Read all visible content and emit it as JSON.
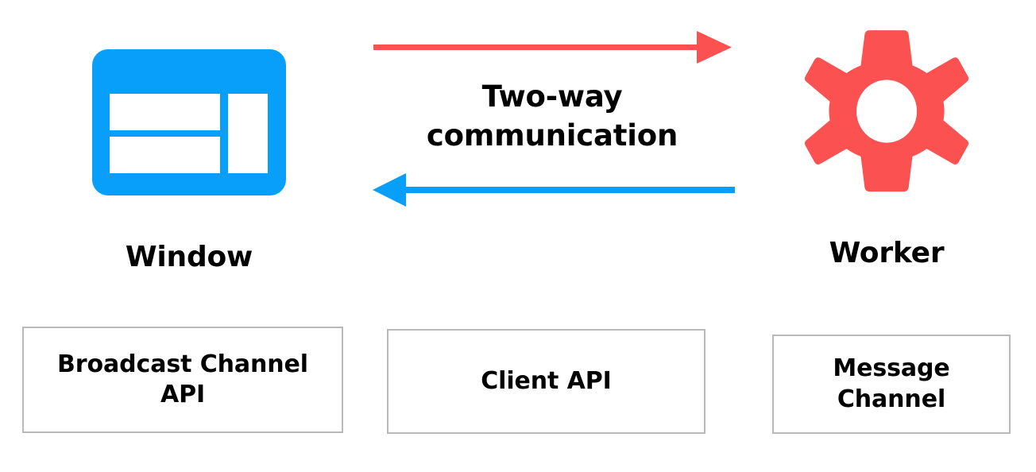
{
  "diagram": {
    "title": "Two-way communication between Window and Worker",
    "background_color": "#ffffff",
    "colors": {
      "blue": "#079FFA",
      "red": "#FB5151",
      "text": "#000000",
      "box_border": "#b9b9b9"
    },
    "caption": {
      "line1": "Two-way",
      "line2": "communication"
    },
    "nodes": [
      {
        "id": "window",
        "label": "Window",
        "icon": "browser-window-icon",
        "icon_color": "#079FFA"
      },
      {
        "id": "worker",
        "label": "Worker",
        "icon": "gear-icon",
        "icon_color": "#FB5151"
      }
    ],
    "arrows": [
      {
        "id": "window-to-worker",
        "direction": "right",
        "color": "#FB5151",
        "from": "window",
        "to": "worker"
      },
      {
        "id": "worker-to-window",
        "direction": "left",
        "color": "#079FFA",
        "from": "worker",
        "to": "window"
      }
    ],
    "api_boxes": [
      {
        "id": "broadcast-channel-api",
        "label": "Broadcast Channel\nAPI"
      },
      {
        "id": "client-api",
        "label": "Client API"
      },
      {
        "id": "message-channel",
        "label": "Message\nChannel"
      }
    ]
  }
}
